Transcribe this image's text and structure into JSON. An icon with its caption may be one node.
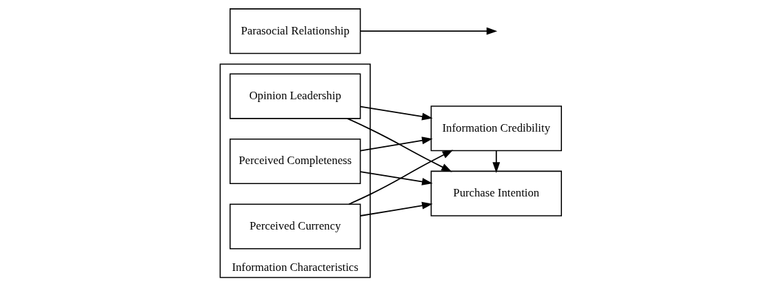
{
  "diagram": {
    "nodes": [
      {
        "text": [
          "Information Characteristics"
        ]
      },
      {
        "text": [
          "Opinion Leadership"
        ],
        "in": 0
      },
      {
        "text": [
          "Perceived Completeness"
        ],
        "in": 0
      },
      {
        "text": [
          "Perceived Currency"
        ],
        "in": 0
      },
      {
        "text": [
          "Information Credibility"
        ]
      },
      {
        "text": [
          "Parasocial Relationship"
        ]
      },
      {
        "text": [
          "Purchase Intention"
        ]
      }
    ],
    "edges": [
      {
        "from": 1,
        "to": 4,
        "arrow": "to"
      },
      {
        "from": 1,
        "to": 6,
        "arrow": "to"
      },
      {
        "from": 2,
        "to": 4,
        "arrow": "to"
      },
      {
        "from": 2,
        "to": 6,
        "arrow": "to"
      },
      {
        "from": 3,
        "to": 4,
        "arrow": "to"
      },
      {
        "from": 3,
        "to": 6,
        "arrow": "to"
      },
      {
        "from": 4,
        "to": 6,
        "arrow": "to"
      },
      {
        "from": 5,
        "to": null,
        "arrow": "to"
      }
    ]
  }
}
